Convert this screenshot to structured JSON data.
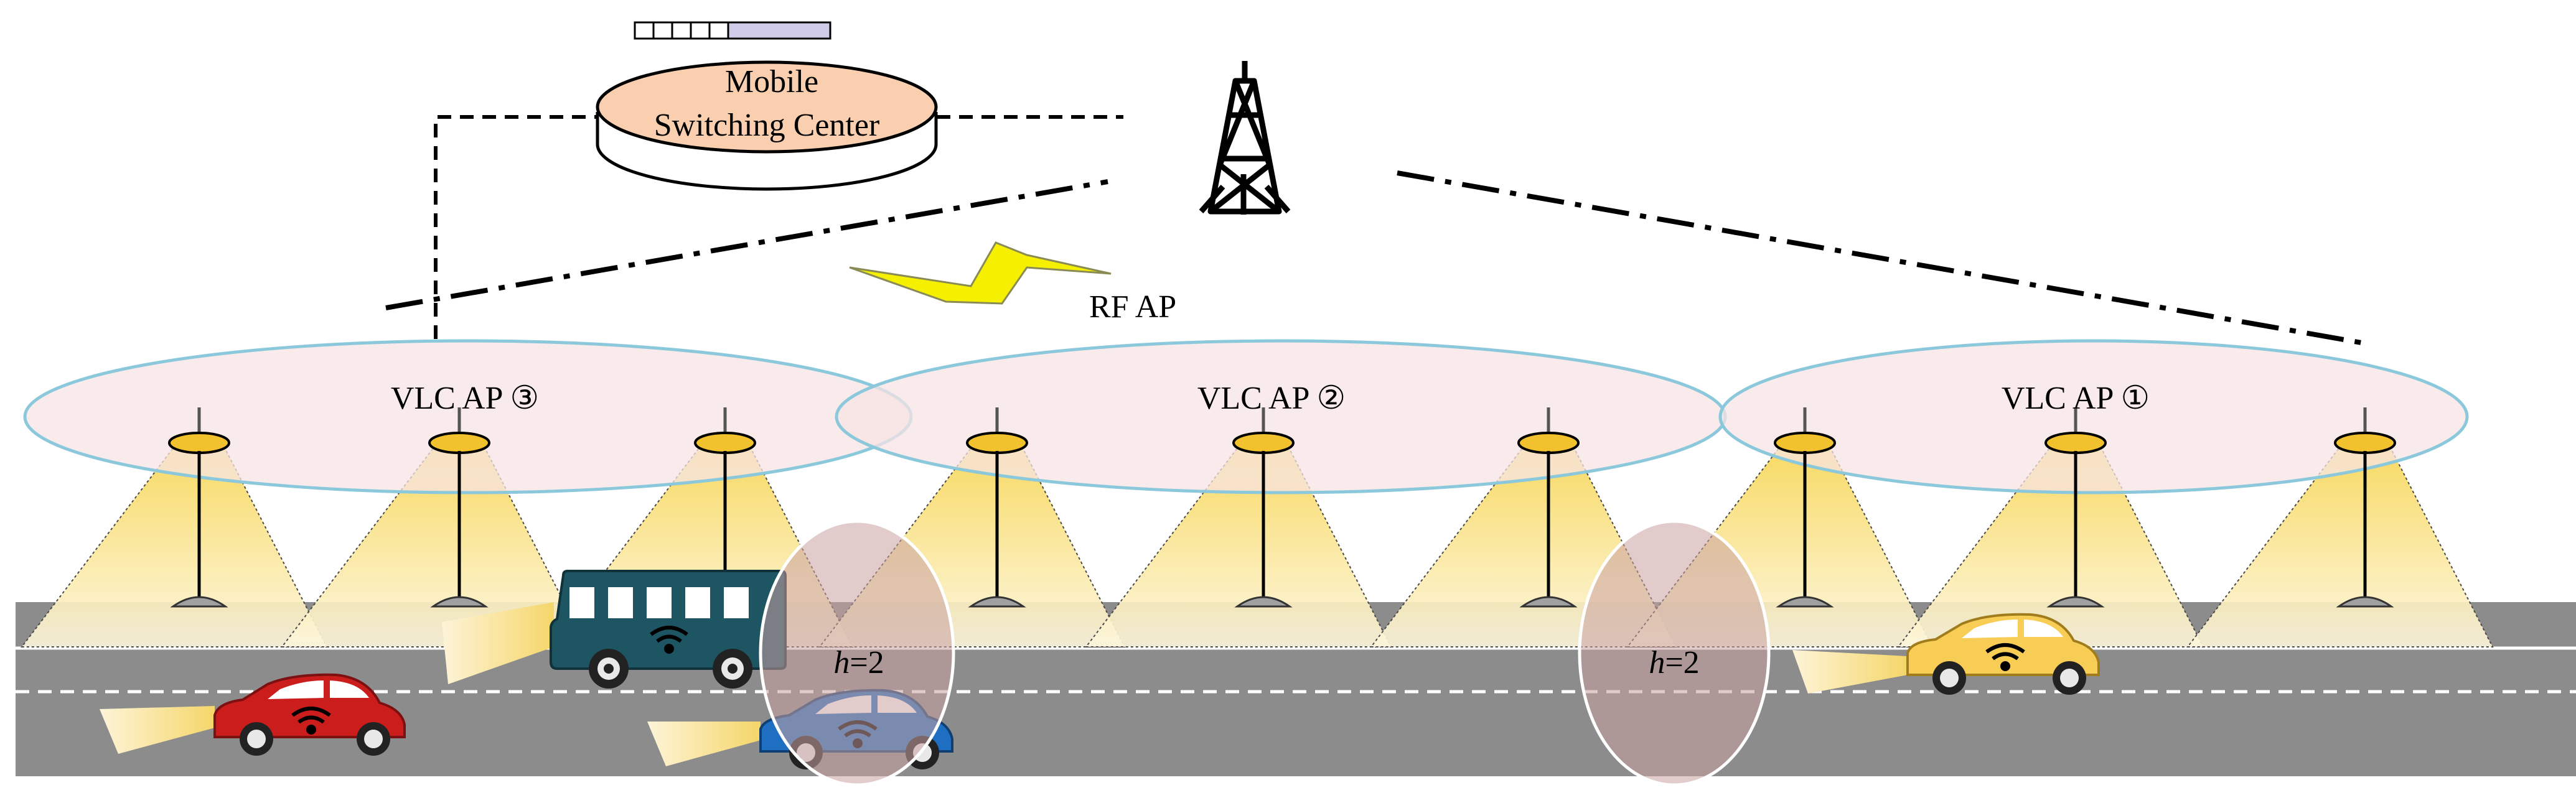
{
  "msc": {
    "line1": "Mobile",
    "line2": "Switching Center"
  },
  "rf_ap": {
    "label": "RF AP"
  },
  "vlc_aps": [
    {
      "label": "VLC AP ③"
    },
    {
      "label": "VLC AP ②"
    },
    {
      "label": "VLC AP ①"
    }
  ],
  "overlaps": [
    {
      "var": "h",
      "value": "=2"
    },
    {
      "var": "h",
      "value": "=2"
    }
  ],
  "colors": {
    "road": "#8c8c8c",
    "ap_ellipse_fill": "#f7e6e6",
    "ap_ellipse_stroke": "#8cc8dc",
    "overlap_fill": "#d8b4b4",
    "light_cone": "#fae68c",
    "lamp_yellow": "#f2c12e",
    "msc_fill": "#f9cfb0",
    "rf_bolt": "#f5f000",
    "bus": "#1d5563",
    "car_red": "#cc1d1d",
    "car_blue": "#1e6fc2",
    "car_yellow": "#f7cd55"
  }
}
